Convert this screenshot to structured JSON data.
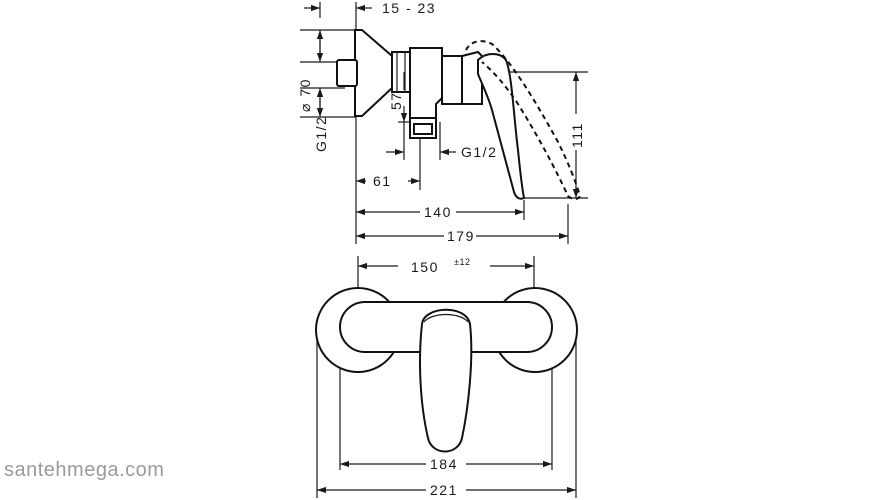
{
  "side_view": {
    "dim_offset": "15 - 23",
    "dim_diameter": "⌀ 70",
    "dim_inlet_thread": "G1/2",
    "dim_57": "57",
    "dim_outlet_thread": "G1/2",
    "dim_61": "61",
    "dim_140": "140",
    "dim_179": "179",
    "dim_111": "111"
  },
  "front_view": {
    "dim_150": "150",
    "dim_150_tolerance": "±12",
    "dim_184": "184",
    "dim_221": "221"
  },
  "watermark": "santehmega.com"
}
